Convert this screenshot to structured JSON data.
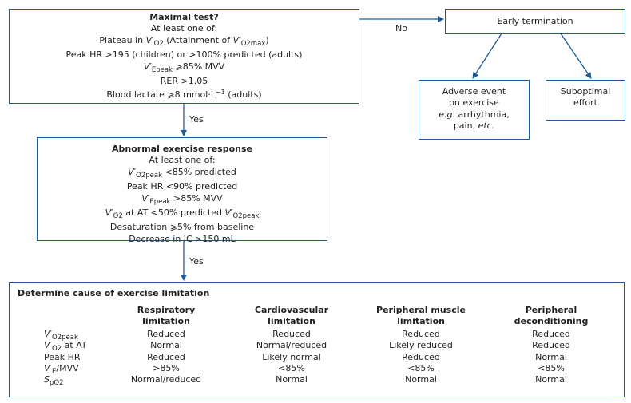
{
  "maximal_test": {
    "title": "Maximal test?",
    "intro": "At least one of:",
    "criteria": {
      "plateau_pre": "Plateau in ",
      "plateau_v": "V′",
      "plateau_sub": "O2",
      "plateau_mid": " (Attainment of ",
      "plateau_v2": "V′",
      "plateau_sub2": "O2max",
      "plateau_post": ")",
      "peak_hr": "Peak HR >195 (children) or >100% predicted (adults)",
      "ve_v": "V′",
      "ve_sub": "Epeak",
      "ve_post": " ⩾85% MVV",
      "rer": "RER >1.05",
      "lactate_pre": "Blood lactate ⩾8 mmol·L",
      "lactate_sup": "−1",
      "lactate_post": " (adults)"
    }
  },
  "no_label": "No",
  "yes_label_1": "Yes",
  "yes_label_2": "Yes",
  "early_termination": {
    "title": "Early termination"
  },
  "adverse_event": {
    "line1": "Adverse event",
    "line2": "on exercise",
    "line3_it": "e.g.",
    "line3_rest": " arrhythmia,",
    "line4_pre": "pain, ",
    "line4_it": "etc."
  },
  "suboptimal": {
    "line1": "Suboptimal",
    "line2": "effort"
  },
  "abnormal": {
    "title": "Abnormal exercise response",
    "intro": "At least one of:",
    "c1_v": "V′",
    "c1_sub": "O2peak",
    "c1_post": " <85% predicted",
    "c2": "Peak HR <90% predicted",
    "c3_v": "V′",
    "c3_sub": "Epeak",
    "c3_post": " >85% MVV",
    "c4_v": "V′",
    "c4_sub": "O2",
    "c4_mid": " at AT <50% predicted ",
    "c4_v2": "V′",
    "c4_sub2": "O2peak",
    "c5": "Desaturation ⩾5% from baseline",
    "c6": "Decrease in IC >150 mL"
  },
  "cause": {
    "title": "Determine cause of exercise limitation",
    "columns": [
      {
        "l1": "Respiratory",
        "l2": "limitation"
      },
      {
        "l1": "Cardiovascular",
        "l2": "limitation"
      },
      {
        "l1": "Peripheral muscle",
        "l2": "limitation"
      },
      {
        "l1": "Peripheral",
        "l2": "deconditioning"
      }
    ],
    "rows": [
      {
        "v": "V′",
        "sub": "O2peak",
        "post": "",
        "cells": [
          "Reduced",
          "Reduced",
          "Reduced",
          "Reduced"
        ]
      },
      {
        "v": "V′",
        "sub": "O2",
        "post": " at AT",
        "cells": [
          "Normal",
          "Normal/reduced",
          "Likely reduced",
          "Reduced"
        ]
      },
      {
        "v": "",
        "sub": "",
        "post": "Peak HR",
        "cells": [
          "Reduced",
          "Likely normal",
          "Reduced",
          "Normal"
        ]
      },
      {
        "v": "V′",
        "sub": "E",
        "post": "/MVV",
        "cells": [
          ">85%",
          "<85%",
          "<85%",
          "<85%"
        ]
      },
      {
        "v": "S",
        "sub": "pO2",
        "post": "",
        "cells": [
          "Normal/reduced",
          "Normal",
          "Normal",
          "Normal"
        ]
      }
    ]
  }
}
